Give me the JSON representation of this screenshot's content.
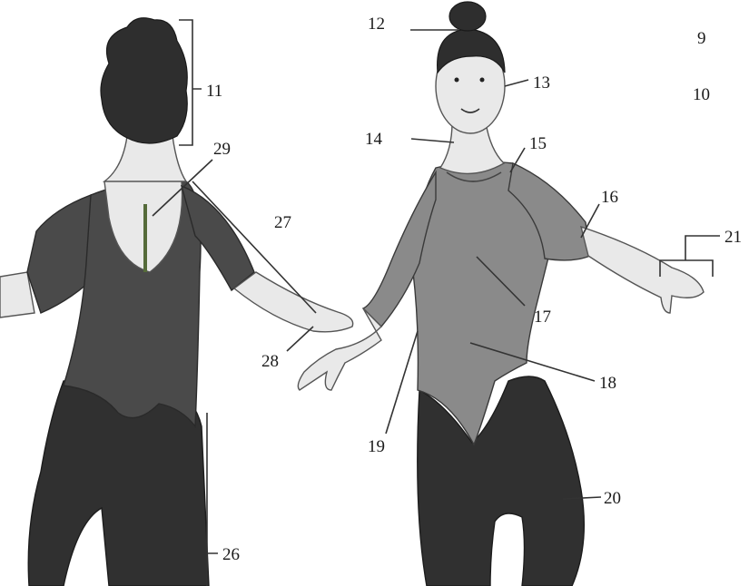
{
  "labels": {
    "l9": "9",
    "l10": "10",
    "l11": "11",
    "l12": "12",
    "l13": "13",
    "l14": "14",
    "l15": "15",
    "l16": "16",
    "l17": "17",
    "l18": "18",
    "l19": "19",
    "l20": "20",
    "l21": "21",
    "l26": "26",
    "l27": "27",
    "l28": "28",
    "l29": "29"
  },
  "colors": {
    "leotard_back": "#4a4a4a",
    "leotard_front": "#8a8a8a",
    "tights": "#303030",
    "hair": "#2e2e2e",
    "skin": "#e9e9e9"
  }
}
